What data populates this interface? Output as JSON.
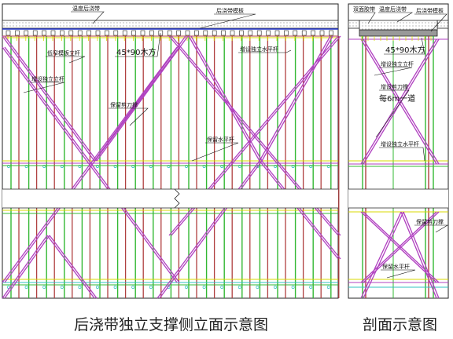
{
  "colors": {
    "frame": "#222222",
    "green": "#33b833",
    "red": "#b04040",
    "magenta": "#b040c0",
    "yellow": "#d8d800",
    "cyan": "#30c0c0",
    "blue": "#2233cc",
    "leader": "#111111"
  },
  "elevation": {
    "labels": {
      "top_left": "温度后浇带",
      "top_mid": "后浇带模板",
      "support_bar": "低窄模板立杆",
      "timber": "45*90木方",
      "added_pole_left": "增设独立立杆",
      "added_horizontal": "增设独立水平杆",
      "bracing": "保留剪刀撑",
      "kept_horizontal": "保留水平杆"
    },
    "caption": "后浇带独立支撑侧立面示意图"
  },
  "section": {
    "labels": {
      "top_a": "双面胶带",
      "top_b": "温度后浇带",
      "top_c": "后浇带模板",
      "timber": "45*90木方",
      "added_pole": "增设独立立杆",
      "bracing_added": "增设剪刀撑",
      "bracing_spacing": "每6m一道",
      "added_horizontal": "增设独立水平杆",
      "bracing_kept": "保留剪刀撑",
      "kept_horizontal": "保留水平杆"
    },
    "caption": "剖面示意图"
  }
}
